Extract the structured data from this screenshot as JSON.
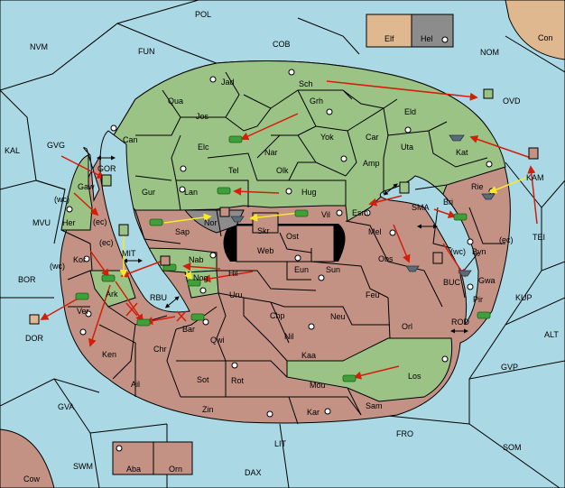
{
  "colors": {
    "sea": "#aad8e5",
    "green": "#9bc385",
    "red": "#c39285",
    "tan": "#e0b88f",
    "gray": "#8c8c8c",
    "black": "#000000",
    "order_red": "#d41e0a",
    "order_yellow": "#f5e92a",
    "unit_green": "#3f9f38",
    "unit_gray": "#5b6b7a"
  },
  "sea_regions": {
    "POL": "POL",
    "NVM": "NVM",
    "FUN": "FUN",
    "COB": "COB",
    "NOM": "NOM",
    "KAL": "KAL",
    "GVG": "GVG",
    "MVU": "MVU",
    "BOR": "BOR",
    "GVA": "GVA",
    "SWM": "SWM",
    "LIT": "LIT",
    "DAX": "DAX",
    "FRO": "FRO",
    "SOM": "SOM",
    "GVP": "GVP",
    "ALT": "ALT",
    "KUP": "KUP",
    "TEI": "TEI",
    "ROD": "ROD",
    "BUC": "BUC",
    "SMA": "SMA",
    "MIT": "MIT",
    "RBU": "RBU",
    "GOR": "GOR",
    "OVD": "OVD",
    "KAM": "KAM",
    "DOR": "DOR",
    "wc1": "(wc)",
    "wc2": "(wc)",
    "wc3": "(wc)",
    "ec1": "(ec)",
    "ec2": "(ec)",
    "ec3": "(ec)"
  },
  "provinces": {
    "Jad": "Jad",
    "Sch": "Sch",
    "Qua": "Qua",
    "Grh": "Grh",
    "Jos": "Jos",
    "Eld": "Eld",
    "Can": "Can",
    "Elc": "Elc",
    "Nar": "Nar",
    "Yok": "Yok",
    "Car": "Car",
    "Uta": "Uta",
    "Tel": "Tel",
    "Olk": "Olk",
    "Amp": "Amp",
    "Kat": "Kat",
    "Gur": "Gur",
    "Lan": "Lan",
    "Hug": "Hug",
    "Gaw": "Gaw",
    "Her": "Her",
    "Rie": "Rie",
    "Bri": "Bri",
    "Esm": "Esm",
    "Sap": "Sap",
    "Nor": "Nor",
    "Skr": "Skr",
    "Vil": "Vil",
    "Ost": "Ost",
    "Web": "Web",
    "Mel": "Mel",
    "Kor": "Kor",
    "Nab": "Nab",
    "Hil": "Hil",
    "Eun": "Eun",
    "Sun": "Sun",
    "Obs": "Obs",
    "Byn": "Byn",
    "Nog": "Nog",
    "Ark": "Ark",
    "Uru": "Uru",
    "Feu": "Feu",
    "Gwa": "Gwa",
    "Pir": "Pir",
    "Ver": "Ver",
    "Bar": "Bar",
    "Chp": "Chp",
    "Neu": "Neu",
    "Orl": "Orl",
    "Qwi": "Qwi",
    "Nil": "Nil",
    "Ken": "Ken",
    "Chr": "Chr",
    "Kaa": "Kaa",
    "Sot": "Sot",
    "Rot": "Rot",
    "Los": "Los",
    "Ail": "Ail",
    "Mou": "Mou",
    "Zin": "Zin",
    "Kar": "Kar",
    "Sam": "Sam"
  },
  "outer_provinces": {
    "Elf": "Elf",
    "Hel": "Hel",
    "Con": "Con",
    "Cow": "Cow",
    "Aba": "Aba",
    "Orn": "Orn"
  }
}
